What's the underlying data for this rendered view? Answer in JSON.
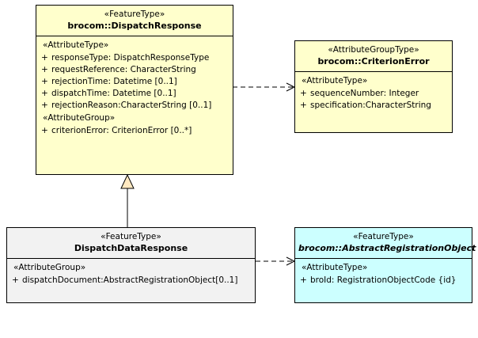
{
  "diagram": {
    "title": "UML class diagram",
    "colors": {
      "fill_yellow": "#ffffcc",
      "fill_gray": "#f2f2f2",
      "fill_cyan": "#ccffff",
      "border": "#000000",
      "line": "#000000"
    }
  },
  "boxes": {
    "dispatch_response": {
      "stereotype": "«FeatureType»",
      "name": "brocom::DispatchResponse",
      "attr_group_label": "«AttributeType»",
      "attributes": [
        {
          "vis": "+",
          "text": "responseType: DispatchResponseType"
        },
        {
          "vis": "+",
          "text": "requestReference: CharacterString"
        },
        {
          "vis": "+",
          "text": "rejectionTime: Datetime [0..1]"
        },
        {
          "vis": "+",
          "text": "dispatchTime: Datetime [0..1]"
        },
        {
          "vis": "+",
          "text": "rejectionReason:CharacterString [0..1]"
        }
      ],
      "attr_group_label2": "«AttributeGroup»",
      "attributes2": [
        {
          "vis": "+",
          "text": "criterionError: CriterionError [0..*]"
        }
      ]
    },
    "criterion_error": {
      "stereotype": "«AttributeGroupType»",
      "name": "brocom::CriterionError",
      "attr_group_label": "«AttributeType»",
      "attributes": [
        {
          "vis": "+",
          "text": "sequenceNumber: Integer"
        },
        {
          "vis": "+",
          "text": "specification:CharacterString"
        }
      ]
    },
    "dispatch_data_response": {
      "stereotype": "«FeatureType»",
      "name": "DispatchDataResponse",
      "attr_group_label": "«AttributeGroup»",
      "attributes": [
        {
          "vis": "+",
          "text": "dispatchDocument:AbstractRegistrationObject[0..1]"
        }
      ]
    },
    "abstract_registration_object": {
      "stereotype": "«FeatureType»",
      "name": "brocom::AbstractRegistrationObject",
      "attr_group_label": "«AttributeType»",
      "attributes": [
        {
          "vis": "+",
          "text": "broId: RegistrationObjectCode {id}"
        }
      ]
    }
  },
  "connectors": [
    {
      "name": "dependency-dispatchresponse-to-criterionerror",
      "kind": "dashed-open-arrow"
    },
    {
      "name": "generalization-dispatchdataresponse-to-dispatchresponse",
      "kind": "solid-hollow-triangle"
    },
    {
      "name": "dependency-dispatchdataresponse-to-abstractregistrationobject",
      "kind": "dashed-open-arrow"
    }
  ]
}
